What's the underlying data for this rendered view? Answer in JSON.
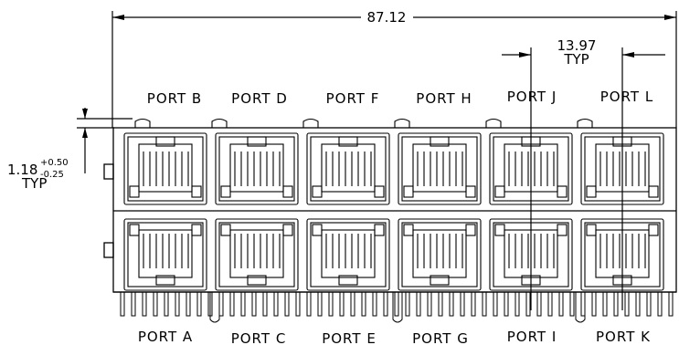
{
  "dimensions": {
    "overall_width": "87.12",
    "pitch_value": "13.97",
    "pitch_note": "TYP",
    "offset_value": "1.18",
    "offset_tol_plus": "+0.50",
    "offset_tol_minus": "-0.25",
    "offset_note": "TYP"
  },
  "ports_top": [
    "PORT B",
    "PORT D",
    "PORT F",
    "PORT H",
    "PORT J",
    "PORT L"
  ],
  "ports_bottom": [
    "PORT A",
    "PORT C",
    "PORT E",
    "PORT G",
    "PORT I",
    "PORT K"
  ],
  "colors": {
    "line": "#000000",
    "background": "#ffffff"
  }
}
